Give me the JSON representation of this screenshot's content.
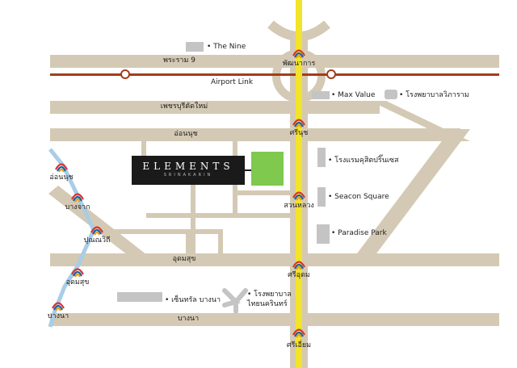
{
  "brand": {
    "name": "ELEMENTS",
    "subtitle": "SRINAKARIN"
  },
  "colors": {
    "road": "#d4c9b4",
    "airport_link": "#a33c1c",
    "yellow_line": "#f2e32b",
    "blue_line": "#a9cde8",
    "landmark": "#c4c4c4",
    "project": "#7ec94e",
    "text": "#222222"
  },
  "roads": {
    "rama9": "พระราม 9",
    "airport_link": "Airport Link",
    "phetchaburi": "เพชรบุรีตัดใหม่",
    "on_nut": "อ่อนนุช",
    "udom_suk": "อุดมสุข",
    "bang_na": "บางนา"
  },
  "stations": {
    "phatthanakan": "พัฒนาการ",
    "si_nut": "ศรีนุช",
    "suan_luang": "สวนหลวง",
    "si_udom": "ศรีอุดม",
    "si_iam": "ศรีเอี่ยม",
    "on_nut_bts": "อ่อนนุช",
    "bang_chak": "บางจาก",
    "punnawithi": "ปุณณวิถี",
    "udom_suk_bts": "อุดมสุข",
    "bang_na_bts": "บางนา"
  },
  "landmarks": {
    "the_nine": "• The Nine",
    "max_value": "• Max Value",
    "vichaiyut": "• โรงพยาบาลวิภาราม",
    "hotel": "• โรงแรมคุสิตปริ๊นเซส",
    "seacon": "• Seacon Square",
    "paradise": "• Paradise Park",
    "central": "• เซ็นทรัล บางนา",
    "hospital_l1": "• โรงพยาบาล",
    "hospital_l2": "ไทยนครินทร์"
  },
  "icons": {
    "mrt_station": "mrt-station-icon",
    "bts_station": "bts-station-icon",
    "arl_station": "airport-link-station-icon"
  }
}
